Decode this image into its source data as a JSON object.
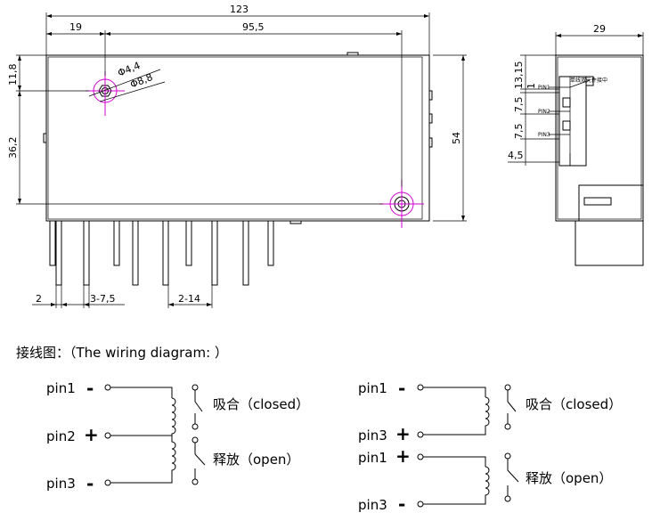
{
  "dimensions": {
    "total_length": "123",
    "offset_19": "19",
    "span_95_5": "95,5",
    "height_11_8": "11,8",
    "height_36_2": "36,2",
    "height_54": "54",
    "hole_small": "Φ4,4",
    "hole_large": "Φ8,8",
    "pin_dim_2": "2",
    "pin_dim_3_7_5": "3-7,5",
    "pin_dim_2_14": "2-14",
    "side_width": "29",
    "side_13_15": "13,15",
    "side_1": "1",
    "side_7_5_a": "7,5",
    "side_7_5_b": "7,5",
    "side_4_5": "4,5",
    "side_pin1": "PIN1",
    "side_pin2": "PIN2",
    "side_pin3": "PIN3",
    "side_note": "单线双元件接中"
  },
  "wiring": {
    "title": "接线图：（The wiring diagram: ）",
    "left": {
      "pin1": "pin1",
      "pin2": "pin2",
      "pin3": "pin3",
      "sign1": "-",
      "sign2": "+",
      "sign3": "-",
      "closed": "吸合（closed）",
      "open": "释放（open）"
    },
    "right": {
      "top_pin1": "pin1",
      "top_pin3": "pin3",
      "top_sign1": "-",
      "top_sign3": "+",
      "closed": "吸合（closed）",
      "bottom_pin1": "pin1",
      "bottom_pin3": "pin3",
      "bottom_sign1": "+",
      "bottom_sign3": "-",
      "open": "释放（open）"
    }
  }
}
